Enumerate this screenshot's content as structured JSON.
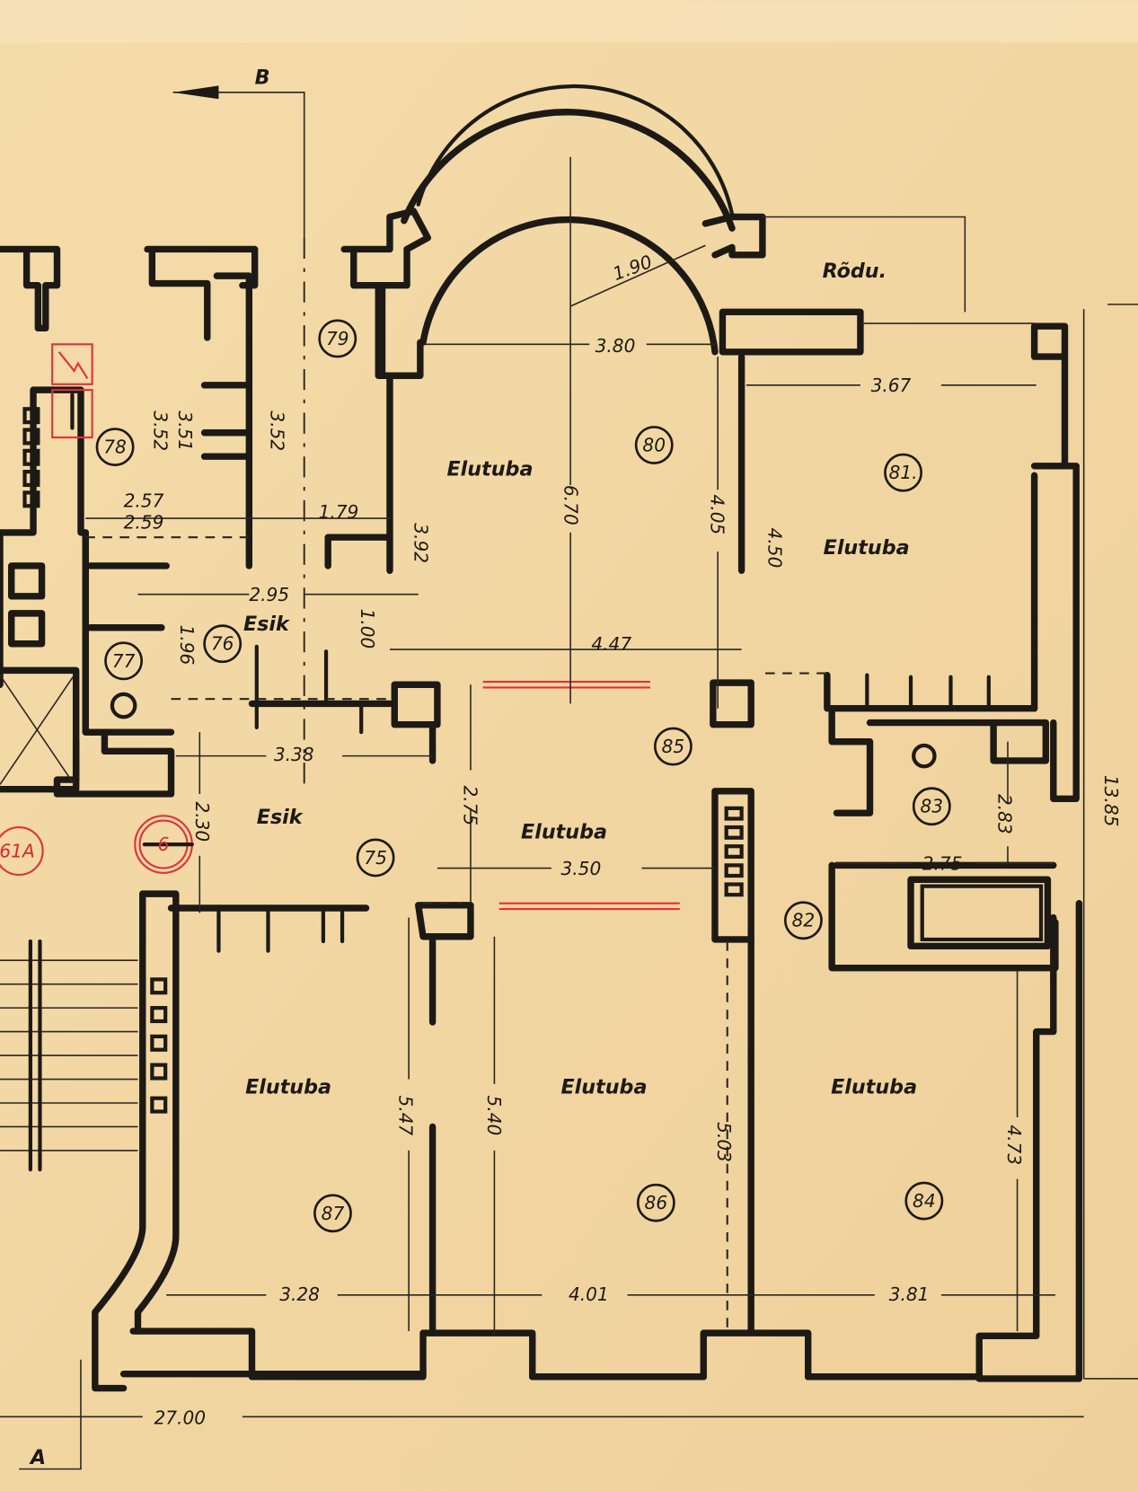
{
  "section_markers": {
    "top": "B",
    "bottom": "A"
  },
  "rooms": {
    "r78": "78",
    "r79": "79",
    "r80": "80",
    "r81": "81.",
    "r76": "76",
    "r77": "77",
    "r85": "85",
    "r83": "83",
    "r75": "75",
    "r82": "82",
    "r87": "87",
    "r86": "86",
    "r84": "84",
    "red_6": "6",
    "red_61a": "61A"
  },
  "room_names": {
    "n80": "Elutuba",
    "n81": "Elutuba",
    "n76": "Esik",
    "n75": "Esik",
    "n85": "Elutuba",
    "n87": "Elutuba",
    "n86": "Elutuba",
    "n84": "Elutuba",
    "balcony": "Rõdu."
  },
  "dimensions": {
    "d190": "1.90",
    "d380": "3.80",
    "d367": "3.67",
    "d670": "6.70",
    "d405": "4.05",
    "d450": "4.50",
    "d352a": "3.52",
    "d351": "3.51",
    "d352b": "3.52",
    "d257": "2.57",
    "d259": "2.59",
    "d179": "1.79",
    "d392": "3.92",
    "d295": "2.95",
    "d196": "1.96",
    "d100": "1.00",
    "d447": "4.47",
    "d338": "3.38",
    "d230": "2.30",
    "d275a": "2.75",
    "d350": "3.50",
    "d283": "2.83",
    "d275b": "2.75",
    "d1385": "13.85",
    "d547": "5.47",
    "d540": "5.40",
    "d503": "5.03",
    "d473": "4.73",
    "d328": "3.28",
    "d401": "4.01",
    "d381": "3.81",
    "d2700": "27.00"
  },
  "colors": {
    "paper": "#f1d6a4",
    "ink": "#1d1a16",
    "red_ink": "#e0303c"
  }
}
